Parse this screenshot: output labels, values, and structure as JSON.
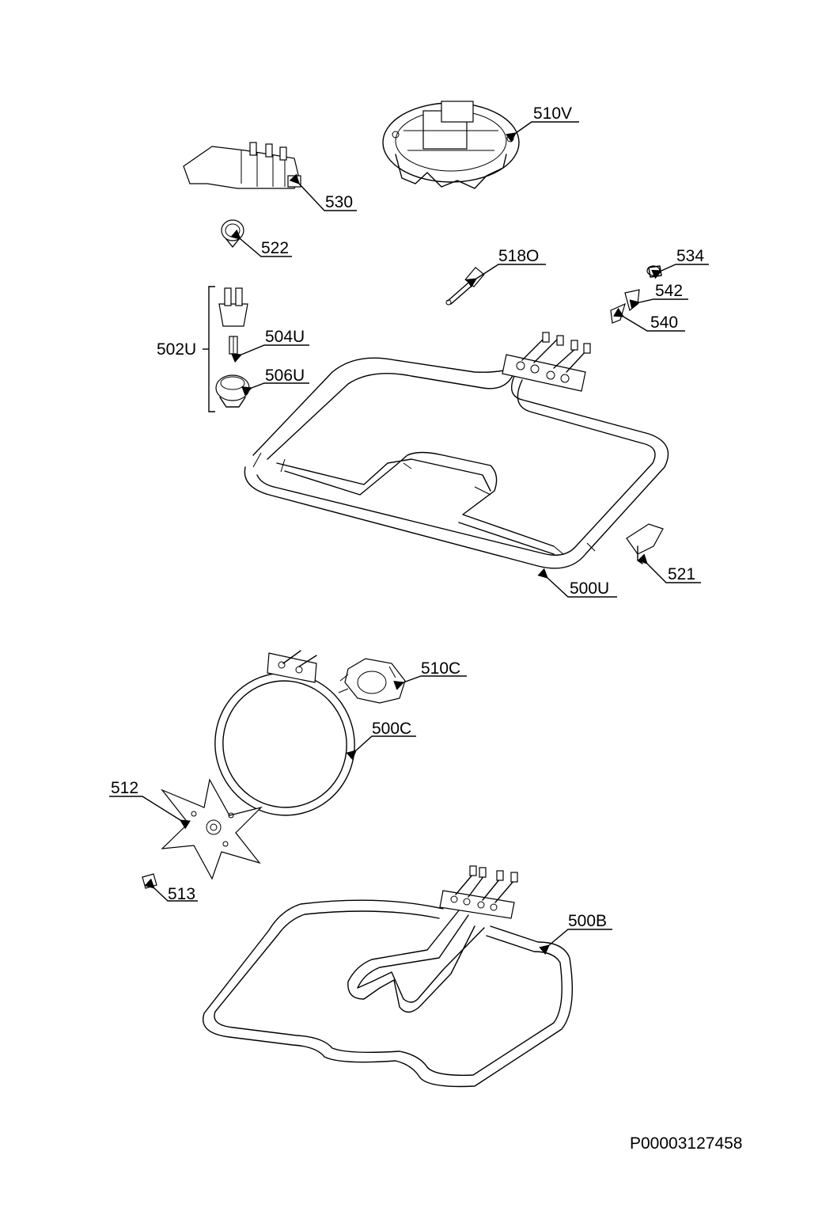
{
  "labels": {
    "p510V": "510V",
    "p530": "530",
    "p522": "522",
    "p518O": "518O",
    "p534": "534",
    "p542": "542",
    "p540": "540",
    "p502U": "502U",
    "p504U": "504U",
    "p506U": "506U",
    "p521": "521",
    "p500U": "500U",
    "p510C": "510C",
    "p500C": "500C",
    "p512": "512",
    "p513": "513",
    "p500B": "500B"
  },
  "document_code": "P00003127458"
}
